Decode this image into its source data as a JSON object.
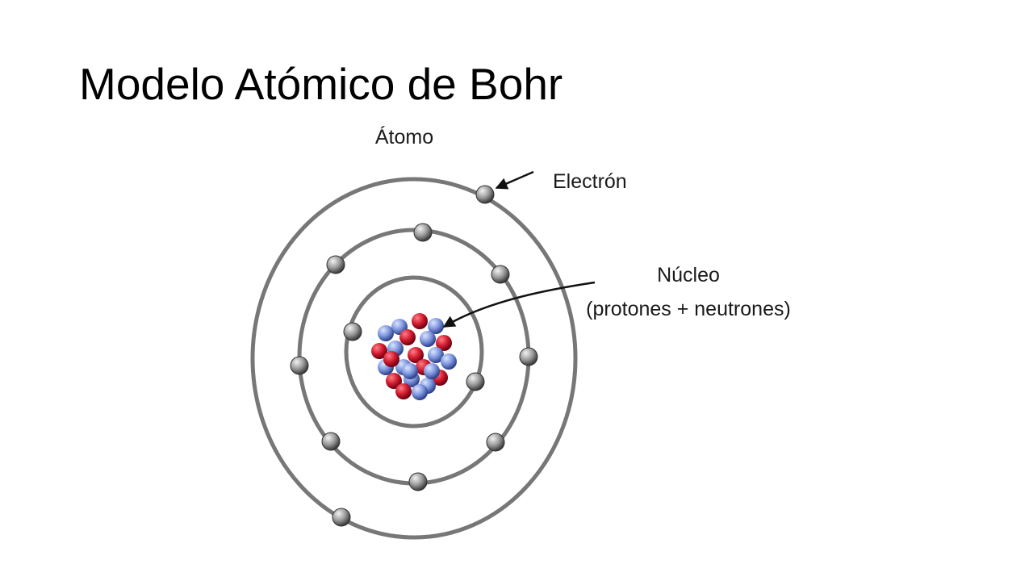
{
  "slide": {
    "title": "Modelo Atómico de Bohr"
  },
  "diagram": {
    "heading": "Átomo",
    "label_electron": "Electrón",
    "label_nucleus": "Núcleo",
    "label_nucleus_detail": "(protones + neutrones)",
    "colors": {
      "orbit": "#777777",
      "electron": "#8f8f8f",
      "proton": "#cc1a2e",
      "neutron": "#6f8ed6",
      "arrow": "#111111"
    }
  }
}
